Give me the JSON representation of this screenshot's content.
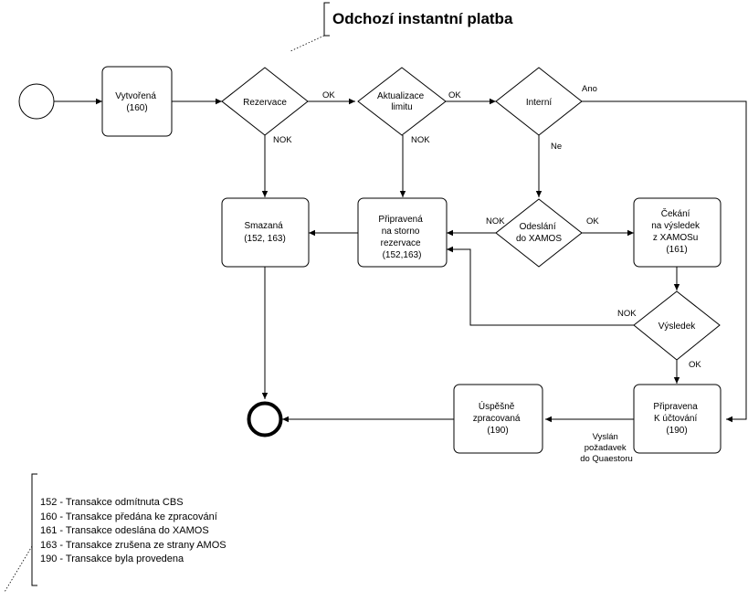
{
  "title": "Odchozí instantní platba",
  "nodes": {
    "start": {
      "label": ""
    },
    "vytvorena": {
      "lines": [
        "Vytvořená",
        "(160)"
      ]
    },
    "rezervace": {
      "lines": [
        "Rezervace"
      ]
    },
    "aktualizace_limitu": {
      "lines": [
        "Aktualizace",
        "limitu"
      ]
    },
    "interni": {
      "lines": [
        "Interní"
      ]
    },
    "smazana": {
      "lines": [
        "Smazaná",
        "(152, 163)"
      ]
    },
    "pripravena_storno": {
      "lines": [
        "Připravená",
        "na storno",
        "rezervace",
        "(152,163)"
      ]
    },
    "odeslani_xamos": {
      "lines": [
        "Odeslání",
        "do XAMOS"
      ]
    },
    "cekani_xamos": {
      "lines": [
        "Čekání",
        "na výsledek",
        "z XAMOSu",
        "(161)"
      ]
    },
    "vysledek": {
      "lines": [
        "Výsledek"
      ]
    },
    "pripravena_uctovani": {
      "lines": [
        "Připravena",
        "K účtování",
        "(190)"
      ]
    },
    "uspesne_zpracovana": {
      "lines": [
        "Úspěšně",
        "zpracovaná",
        "(190)"
      ]
    },
    "end": {
      "label": ""
    }
  },
  "edge_labels": {
    "rezervace_ok": "OK",
    "rezervace_nok": "NOK",
    "aktualizace_ok": "OK",
    "aktualizace_nok": "NOK",
    "interni_ano": "Ano",
    "interni_ne": "Ne",
    "odeslani_nok": "NOK",
    "odeslani_ok": "OK",
    "vysledek_nok": "NOK",
    "vysledek_ok": "OK",
    "quaestor_request": [
      "Vyslán",
      "požadavek",
      "do Quaestoru"
    ]
  },
  "legend": [
    "152 - Transakce odmítnuta CBS",
    "160 - Transakce předána ke zpracování",
    "161 - Transakce odeslána do XAMOS",
    "163 - Transakce zrušena ze strany AMOS",
    "190 - Transakce byla provedena"
  ]
}
